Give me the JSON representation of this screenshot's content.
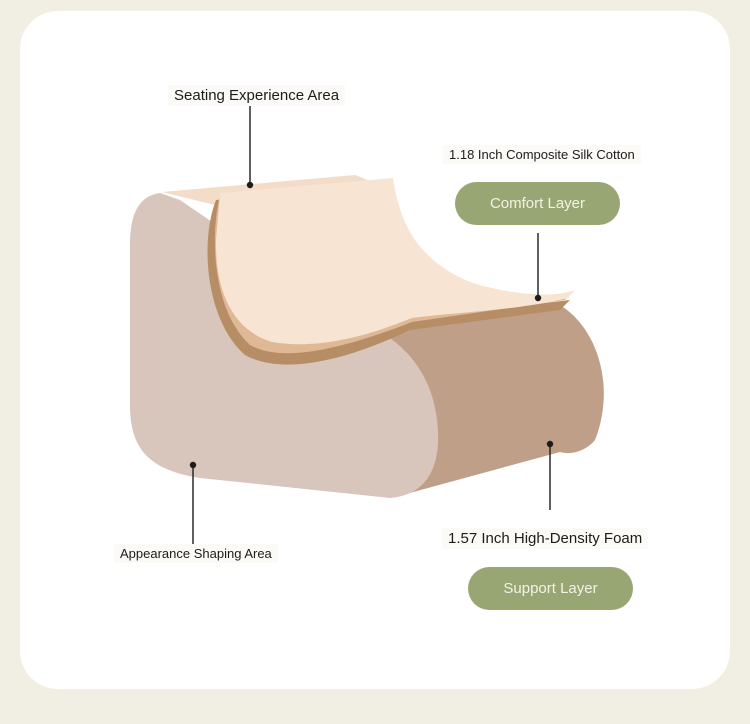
{
  "labels": {
    "seating": "Seating Experience Area",
    "silk_cotton": "1.18 Inch Composite Silk Cotton",
    "foam": "1.57 Inch High-Density Foam",
    "appearance": "Appearance Shaping Area"
  },
  "badges": {
    "comfort": "Comfort Layer",
    "support": "Support Layer"
  },
  "colors": {
    "page_bg": "#f1eee3",
    "card_bg": "#ffffff",
    "badge_bg": "#98a674",
    "badge_text": "#f4f1e6",
    "cushion_top": "#f8e4d2",
    "cushion_edge": "#b78d66",
    "body_front": "#d8c5bc",
    "body_side": "#bf9f87"
  }
}
